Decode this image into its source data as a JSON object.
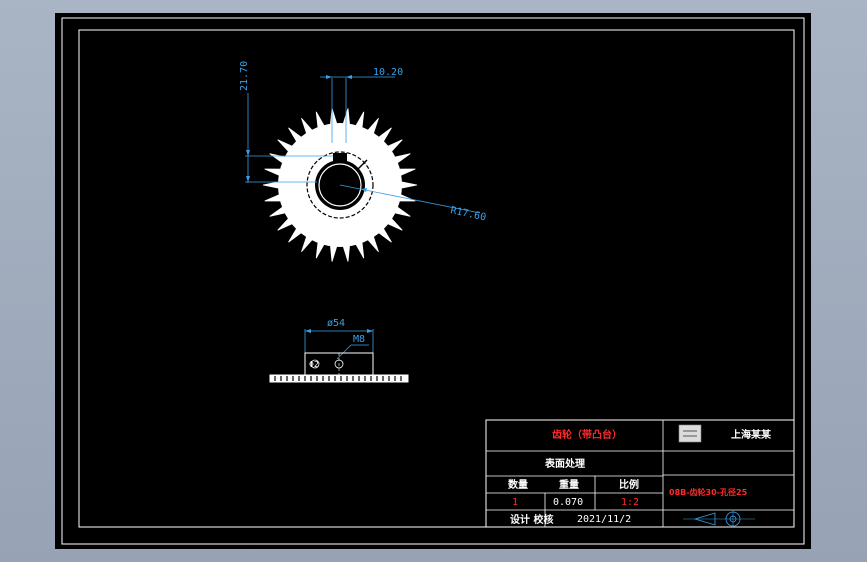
{
  "dimensions": {
    "height_label": "21.70",
    "keyway_label": "10.20",
    "radius_label": "R17.60",
    "diameter_label": "ø54",
    "thread_label": "M8"
  },
  "side_view": {
    "hole_label": "Φ2"
  },
  "title_block": {
    "part_name": "齿轮（带凸台）",
    "company": "上海某某",
    "material_row": "表面处理",
    "qty_header": "数量",
    "weight_header": "重量",
    "scale_header": "比例",
    "qty_value": "1",
    "weight_value": "0.070",
    "scale_value": "1:2",
    "drawing_number": "08B-齿轮30-孔径25",
    "design_label": "设计 校核",
    "date": "2021/11/2"
  },
  "colors": {
    "dimension": "#3aa0e6",
    "outline": "#ffffff",
    "title_red": "#ff2a2a"
  }
}
